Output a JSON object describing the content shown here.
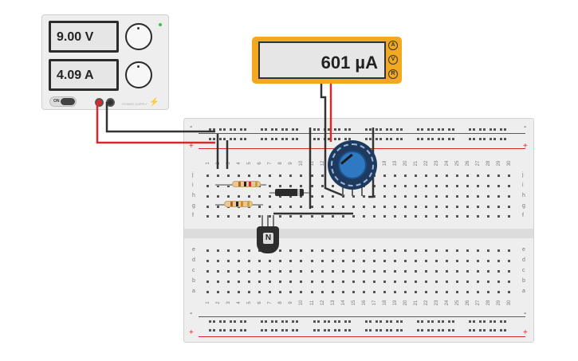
{
  "power_supply": {
    "voltage_display": "9.00 V",
    "current_display": "4.09 A",
    "on_label": "ON",
    "brand_text": "POWER SUPPLY",
    "indicator_color": "#35c24a"
  },
  "multimeter": {
    "reading": "601 µA",
    "modes": [
      "A",
      "V",
      "R"
    ],
    "selected_mode": "A",
    "body_color": "#f2a81f"
  },
  "breadboard": {
    "rail_top_symbols": [
      "-",
      "+"
    ],
    "rail_bottom_symbols": [
      "-",
      "+"
    ],
    "row_labels_top": [
      "j",
      "i",
      "h",
      "g",
      "f"
    ],
    "row_labels_bottom": [
      "e",
      "d",
      "c",
      "b",
      "a"
    ],
    "columns": [
      "1",
      "2",
      "3",
      "4",
      "5",
      "6",
      "7",
      "8",
      "9",
      "10",
      "11",
      "12",
      "13",
      "14",
      "15",
      "16",
      "17",
      "18",
      "19",
      "20",
      "21",
      "22",
      "23",
      "24",
      "25",
      "26",
      "27",
      "28",
      "29",
      "30"
    ]
  },
  "components": {
    "transistor_label": "N",
    "transistor_type": "NPN transistor",
    "resistors": 2,
    "diode": 1,
    "potentiometer": 1
  },
  "colors": {
    "wire_red": "#d8282a",
    "wire_black": "#333333",
    "pot_knob": "#2f78c2"
  }
}
